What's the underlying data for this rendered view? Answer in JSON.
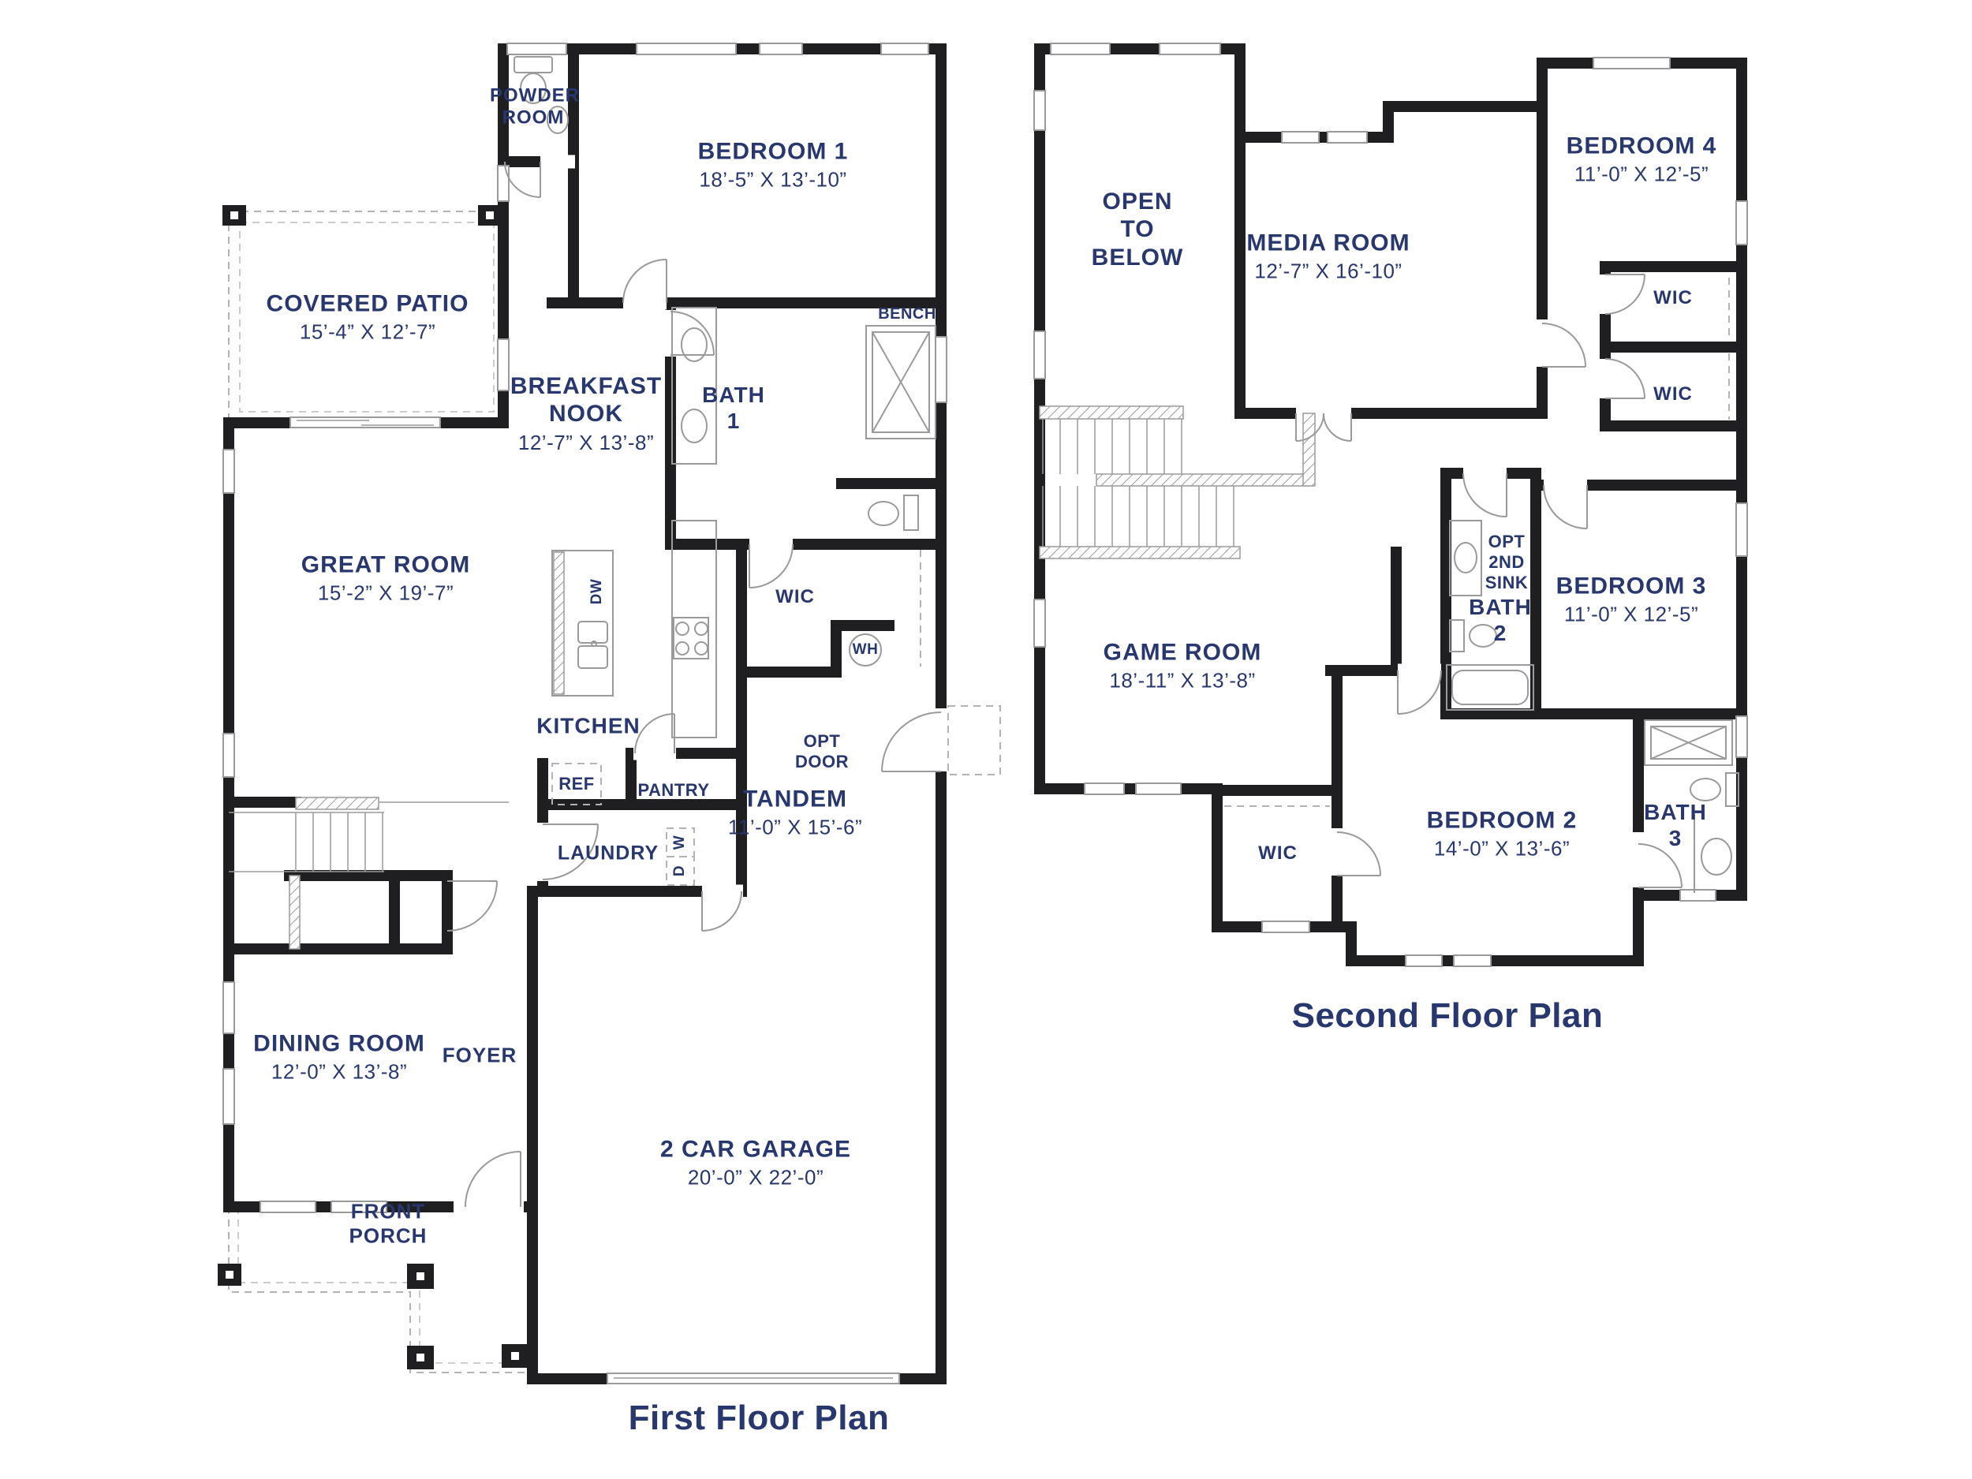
{
  "colors": {
    "label": "#28376e",
    "wall": "#1f1f21",
    "line": "#9a9a9a"
  },
  "first_floor": {
    "title": "First Floor Plan",
    "rooms": {
      "powder_room": {
        "name": "POWDER ROOM"
      },
      "bedroom1": {
        "name": "BEDROOM 1",
        "dims": "18’-5” X 13’-10”"
      },
      "covered_patio": {
        "name": "COVERED PATIO",
        "dims": "15’-4” X 12’-7”"
      },
      "breakfast_nook": {
        "name": "BREAKFAST NOOK",
        "dims": "12’-7” X 13’-8”"
      },
      "bath1": {
        "name": "BATH 1"
      },
      "bench": {
        "name": "BENCH"
      },
      "great_room": {
        "name": "GREAT ROOM",
        "dims": "15’-2” X 19’-7”"
      },
      "wic": {
        "name": "WIC"
      },
      "wh": {
        "name": "WH"
      },
      "kitchen": {
        "name": "KITCHEN"
      },
      "dw": {
        "name": "DW"
      },
      "ref": {
        "name": "REF"
      },
      "pantry": {
        "name": "PANTRY"
      },
      "laundry": {
        "name": "LAUNDRY"
      },
      "washer": {
        "name": "W"
      },
      "dryer": {
        "name": "D"
      },
      "opt_door": {
        "name": "OPT DOOR"
      },
      "tandem": {
        "name": "TANDEM",
        "dims": "11’-0” X 15’-6”"
      },
      "dining_room": {
        "name": "DINING ROOM",
        "dims": "12’-0” X 13’-8”"
      },
      "foyer": {
        "name": "FOYER"
      },
      "front_porch": {
        "name": "FRONT PORCH"
      },
      "garage": {
        "name": "2 CAR GARAGE",
        "dims": "20’-0” X 22’-0”"
      }
    }
  },
  "second_floor": {
    "title": "Second Floor Plan",
    "rooms": {
      "open_to_below": {
        "name": "OPEN TO BELOW"
      },
      "media_room": {
        "name": "MEDIA ROOM",
        "dims": "12’-7” X 16’-10”"
      },
      "bedroom4": {
        "name": "BEDROOM 4",
        "dims": "11’-0” X 12’-5”"
      },
      "wic_bedroom4": {
        "name": "WIC"
      },
      "wic_hall": {
        "name": "WIC"
      },
      "opt_2nd_sink": {
        "name": "OPT 2ND SINK"
      },
      "bath2": {
        "name": "BATH 2"
      },
      "bedroom3": {
        "name": "BEDROOM 3",
        "dims": "11’-0” X 12’-5”"
      },
      "game_room": {
        "name": "GAME ROOM",
        "dims": "18’-11” X 13’-8”"
      },
      "wic_bedroom2": {
        "name": "WIC"
      },
      "bedroom2": {
        "name": "BEDROOM 2",
        "dims": "14’-0” X 13’-6”"
      },
      "bath3": {
        "name": "BATH 3"
      }
    }
  }
}
